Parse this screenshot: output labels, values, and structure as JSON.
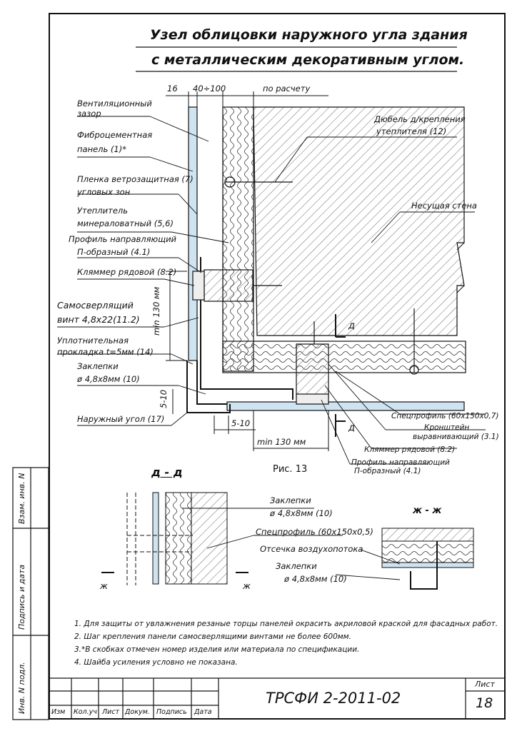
{
  "title": {
    "line1": "Узел облицовки наружного угла здания",
    "line2": "с металлическим декоративным углом."
  },
  "dimensions": {
    "d16": "16",
    "d40_100": "40÷100",
    "po_raschetu": "по расчету",
    "min130_v": "min 130 мм",
    "min130_h": "min 130 мм",
    "d5_10_v": "5-10",
    "d5_10_h": "5-10"
  },
  "labels_left": [
    "Вентиляционный",
    "зазор",
    "Фиброцементная",
    "панель (1)*",
    "Пленка ветрозащитная (7)",
    "угловых зон",
    "Утеплитель",
    "минераловатный (5,6)",
    "Профиль направляющий",
    "П-образный (4.1)",
    "Кляммер рядовой (8.2)",
    "Самосверлящий",
    "винт 4,8х22(11.2)",
    "Уплотнительная",
    "прокладка t=5мм (14)",
    "Заклепки",
    "ø 4,8х8мм (10)",
    "Наружный угол (17)"
  ],
  "labels_right": [
    "Дюбель д/крепления",
    "утеплителя (12)",
    "Несущая стена",
    "Спецпрофиль (60х150х0,7)",
    "Кронштейн",
    "выравнивающий (3.1)",
    "Кляммер рядовой (8.2)",
    "Профиль направляющий",
    "П-образный (4.1)"
  ],
  "section_marks": {
    "d_top": "д",
    "d_bottom": "д",
    "zh_left": "ж",
    "zh_right": "ж"
  },
  "figure_caption": "Рис. 13",
  "section_dd": {
    "title": "д - д",
    "labels": [
      "Заклепки",
      "ø 4,8х8мм (10)",
      "Спецпрофиль (60х150х0,5)",
      "Отсечка воздухопотока"
    ]
  },
  "section_zhzh": {
    "title": "ж - ж",
    "labels": [
      "Заклепки",
      "ø 4,8х8мм (10)"
    ]
  },
  "notes": [
    "1. Для защиты от увлажнения резаные торцы панелей окрасить акриловой краской для фасадных работ.",
    "2. Шаг крепления панели самосверлящими винтами не более 600мм.",
    "3.*В скобках отмечен номер изделия или материала по спецификации.",
    "4. Шайба усиления условно не показана."
  ],
  "stamp": {
    "doc_code": "ТРСФИ 2-2011-02",
    "sheet_label": "Лист",
    "sheet_number": "18",
    "columns": [
      "Изм",
      "Кол.уч",
      "Лист",
      "Докум.",
      "Подпись",
      "Дата"
    ]
  },
  "side_stamp": [
    "Инв. N подл.",
    "Подпись и дата",
    "Взам. инв. N"
  ],
  "colors": {
    "line": "#111111",
    "blue_panel": "#cfe3f1",
    "hatch": "#333333"
  }
}
